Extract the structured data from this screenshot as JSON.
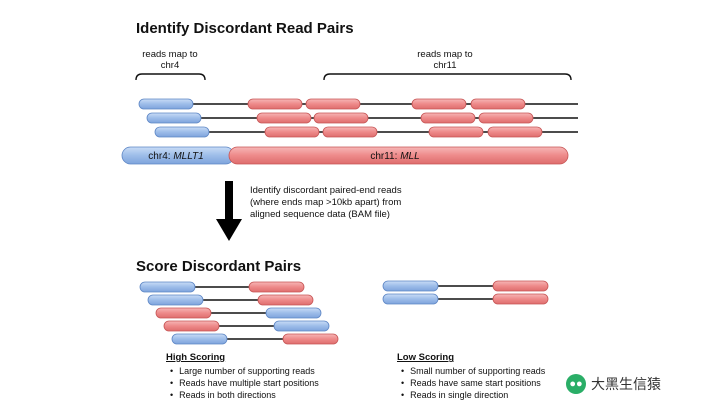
{
  "section1": {
    "title": "Identify Discordant Read Pairs"
  },
  "labels": {
    "left": [
      "reads map to",
      "chr4"
    ],
    "right": [
      "reads map to",
      "chr11"
    ]
  },
  "genome": {
    "chr4_prefix": "chr4: ",
    "chr4_gene": "MLLT1",
    "chr11_prefix": "chr11: ",
    "chr11_gene": "MLL"
  },
  "arrow_caption": [
    "Identify discordant paired-end reads",
    "(where ends map >10kb apart) from",
    "aligned sequence data (BAM file)"
  ],
  "section2": {
    "title": "Score Discordant Pairs"
  },
  "high_scoring": {
    "heading": "High Scoring",
    "bullets": [
      "Large number of supporting reads",
      "Reads have multiple start positions",
      "Reads in both directions"
    ]
  },
  "low_scoring": {
    "heading": "Low Scoring",
    "bullets": [
      "Small number of supporting reads",
      "Reads have same start positions",
      "Reads in single direction"
    ]
  },
  "watermark": {
    "icon": "wechat-icon",
    "text": "大黑生信猿"
  },
  "colors": {
    "blue_fill": "#9dbde9",
    "blue_stroke": "#5d86c5",
    "red_fill": "#ee8a8a",
    "red_stroke": "#c75555",
    "line": "#111111"
  }
}
